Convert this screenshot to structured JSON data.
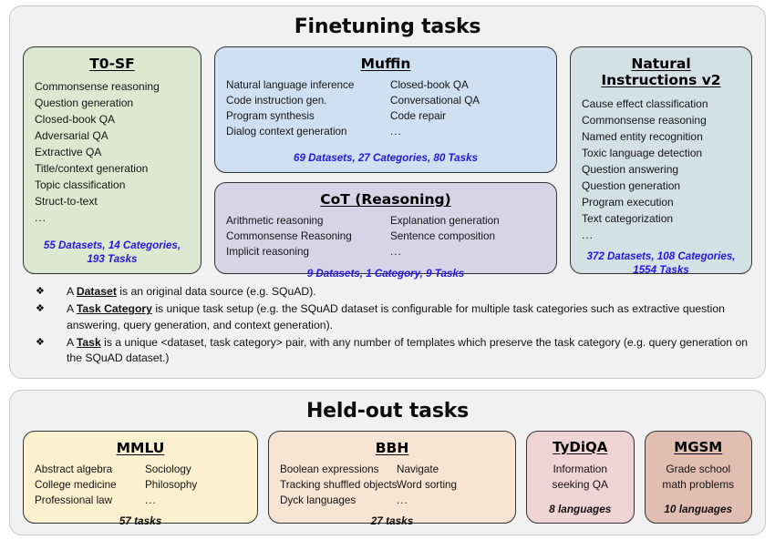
{
  "finetuning": {
    "title": "Finetuning tasks",
    "cards": [
      {
        "id": "t0sf",
        "title": "T0-SF",
        "items_col1": [
          "Commonsense reasoning",
          "Question generation",
          "Closed-book QA",
          "Adversarial QA",
          "Extractive QA",
          "Title/context generation",
          "Topic classification",
          "Struct-to-text",
          "..."
        ],
        "stat": "55 Datasets, 14 Categories, 193 Tasks"
      },
      {
        "id": "muffin",
        "title": "Muffin",
        "items_col1": [
          "Natural language inference",
          "Code instruction gen.",
          "Program synthesis",
          "Dialog context generation"
        ],
        "items_col2": [
          "Closed-book QA",
          "Conversational QA",
          "Code repair",
          "..."
        ],
        "stat": "69 Datasets, 27 Categories, 80 Tasks"
      },
      {
        "id": "cot",
        "title": "CoT (Reasoning)",
        "items_col1": [
          "Arithmetic reasoning",
          "Commonsense Reasoning",
          "Implicit reasoning"
        ],
        "items_col2": [
          "Explanation generation",
          "Sentence composition",
          "..."
        ],
        "stat": "9 Datasets, 1 Category, 9 Tasks"
      },
      {
        "id": "niv2",
        "title_line1": "Natural",
        "title_line2": "Instructions v2",
        "items_col1": [
          "Cause effect classification",
          "Commonsense reasoning",
          "Named entity recognition",
          "Toxic language detection",
          "Question answering",
          "Question generation",
          "Program execution",
          "Text categorization",
          "..."
        ],
        "stat": "372 Datasets, 108 Categories, 1554 Tasks"
      }
    ],
    "legend": {
      "bullet_glyph": "❖",
      "rows": [
        {
          "before": "A ",
          "term": "Dataset",
          "after": " is an original data source (e.g. SQuAD)."
        },
        {
          "before": "A ",
          "term": "Task Category",
          "after": " is unique task setup (e.g. the SQuAD dataset is configurable for multiple task categories such as extractive question answering, query generation, and context generation)."
        },
        {
          "before": "A ",
          "term": "Task",
          "after": " is a unique <dataset, task category> pair, with any number of templates which preserve the task category (e.g. query generation on the SQuAD dataset.)"
        }
      ]
    }
  },
  "heldout": {
    "title": "Held-out tasks",
    "cards": [
      {
        "id": "mmlu",
        "title": "MMLU",
        "items_col1": [
          "Abstract algebra",
          "College medicine",
          "Professional law"
        ],
        "items_col2": [
          "Sociology",
          "Philosophy",
          "..."
        ],
        "stat": "57 tasks"
      },
      {
        "id": "bbh",
        "title": "BBH",
        "items_col1": [
          "Boolean expressions",
          "Tracking shuffled objects",
          "Dyck languages"
        ],
        "items_col2": [
          "Navigate",
          "Word sorting",
          "..."
        ],
        "stat": "27 tasks"
      },
      {
        "id": "tydiqa",
        "title": "TyDiQA",
        "body_line1": "Information",
        "body_line2": "seeking QA",
        "stat": "8 languages"
      },
      {
        "id": "mgsm",
        "title": "MGSM",
        "body_line1": "Grade school",
        "body_line2": "math problems",
        "stat": "10 languages"
      }
    ]
  },
  "colors": {
    "panel_bg": "#f1f1f1",
    "t0sf": "#dde8d1",
    "muffin": "#cfe0f2",
    "cot": "#d8d4e8",
    "niv2": "#d3e0e4",
    "mmlu": "#fdf0cf",
    "bbh": "#f7e4d2",
    "tydiqa": "#f0d3d3",
    "mgsm": "#e2bdb1",
    "stat_blue": "#2417e0"
  }
}
